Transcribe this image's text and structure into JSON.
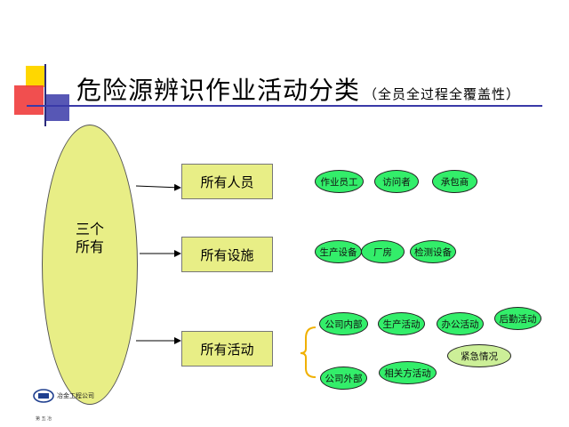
{
  "title": "危险源辨识作业活动分类",
  "subtitle": "（全员全过程全覆盖性）",
  "center_label": "三个所有",
  "categories": [
    "所有人员",
    "所有设施",
    "所有活动"
  ],
  "personnel_items": [
    "作业员工",
    "访问者",
    "承包商"
  ],
  "facility_items": [
    "生产设备",
    "厂房",
    "检测设备"
  ],
  "activity_items": [
    "公司内部",
    "生产活动",
    "办公活动",
    "后勤活动",
    "紧急情况",
    "公司外部",
    "相关方活动"
  ],
  "logo": {
    "company": "冶金工程公司",
    "small": "第 五 冶"
  },
  "colors": {
    "accent_blue": "#3a3aa8",
    "yellow": "#ffd700",
    "red": "#f03c3c",
    "box_fill": "#e8ee86",
    "pill_green": "#33ee6a"
  }
}
